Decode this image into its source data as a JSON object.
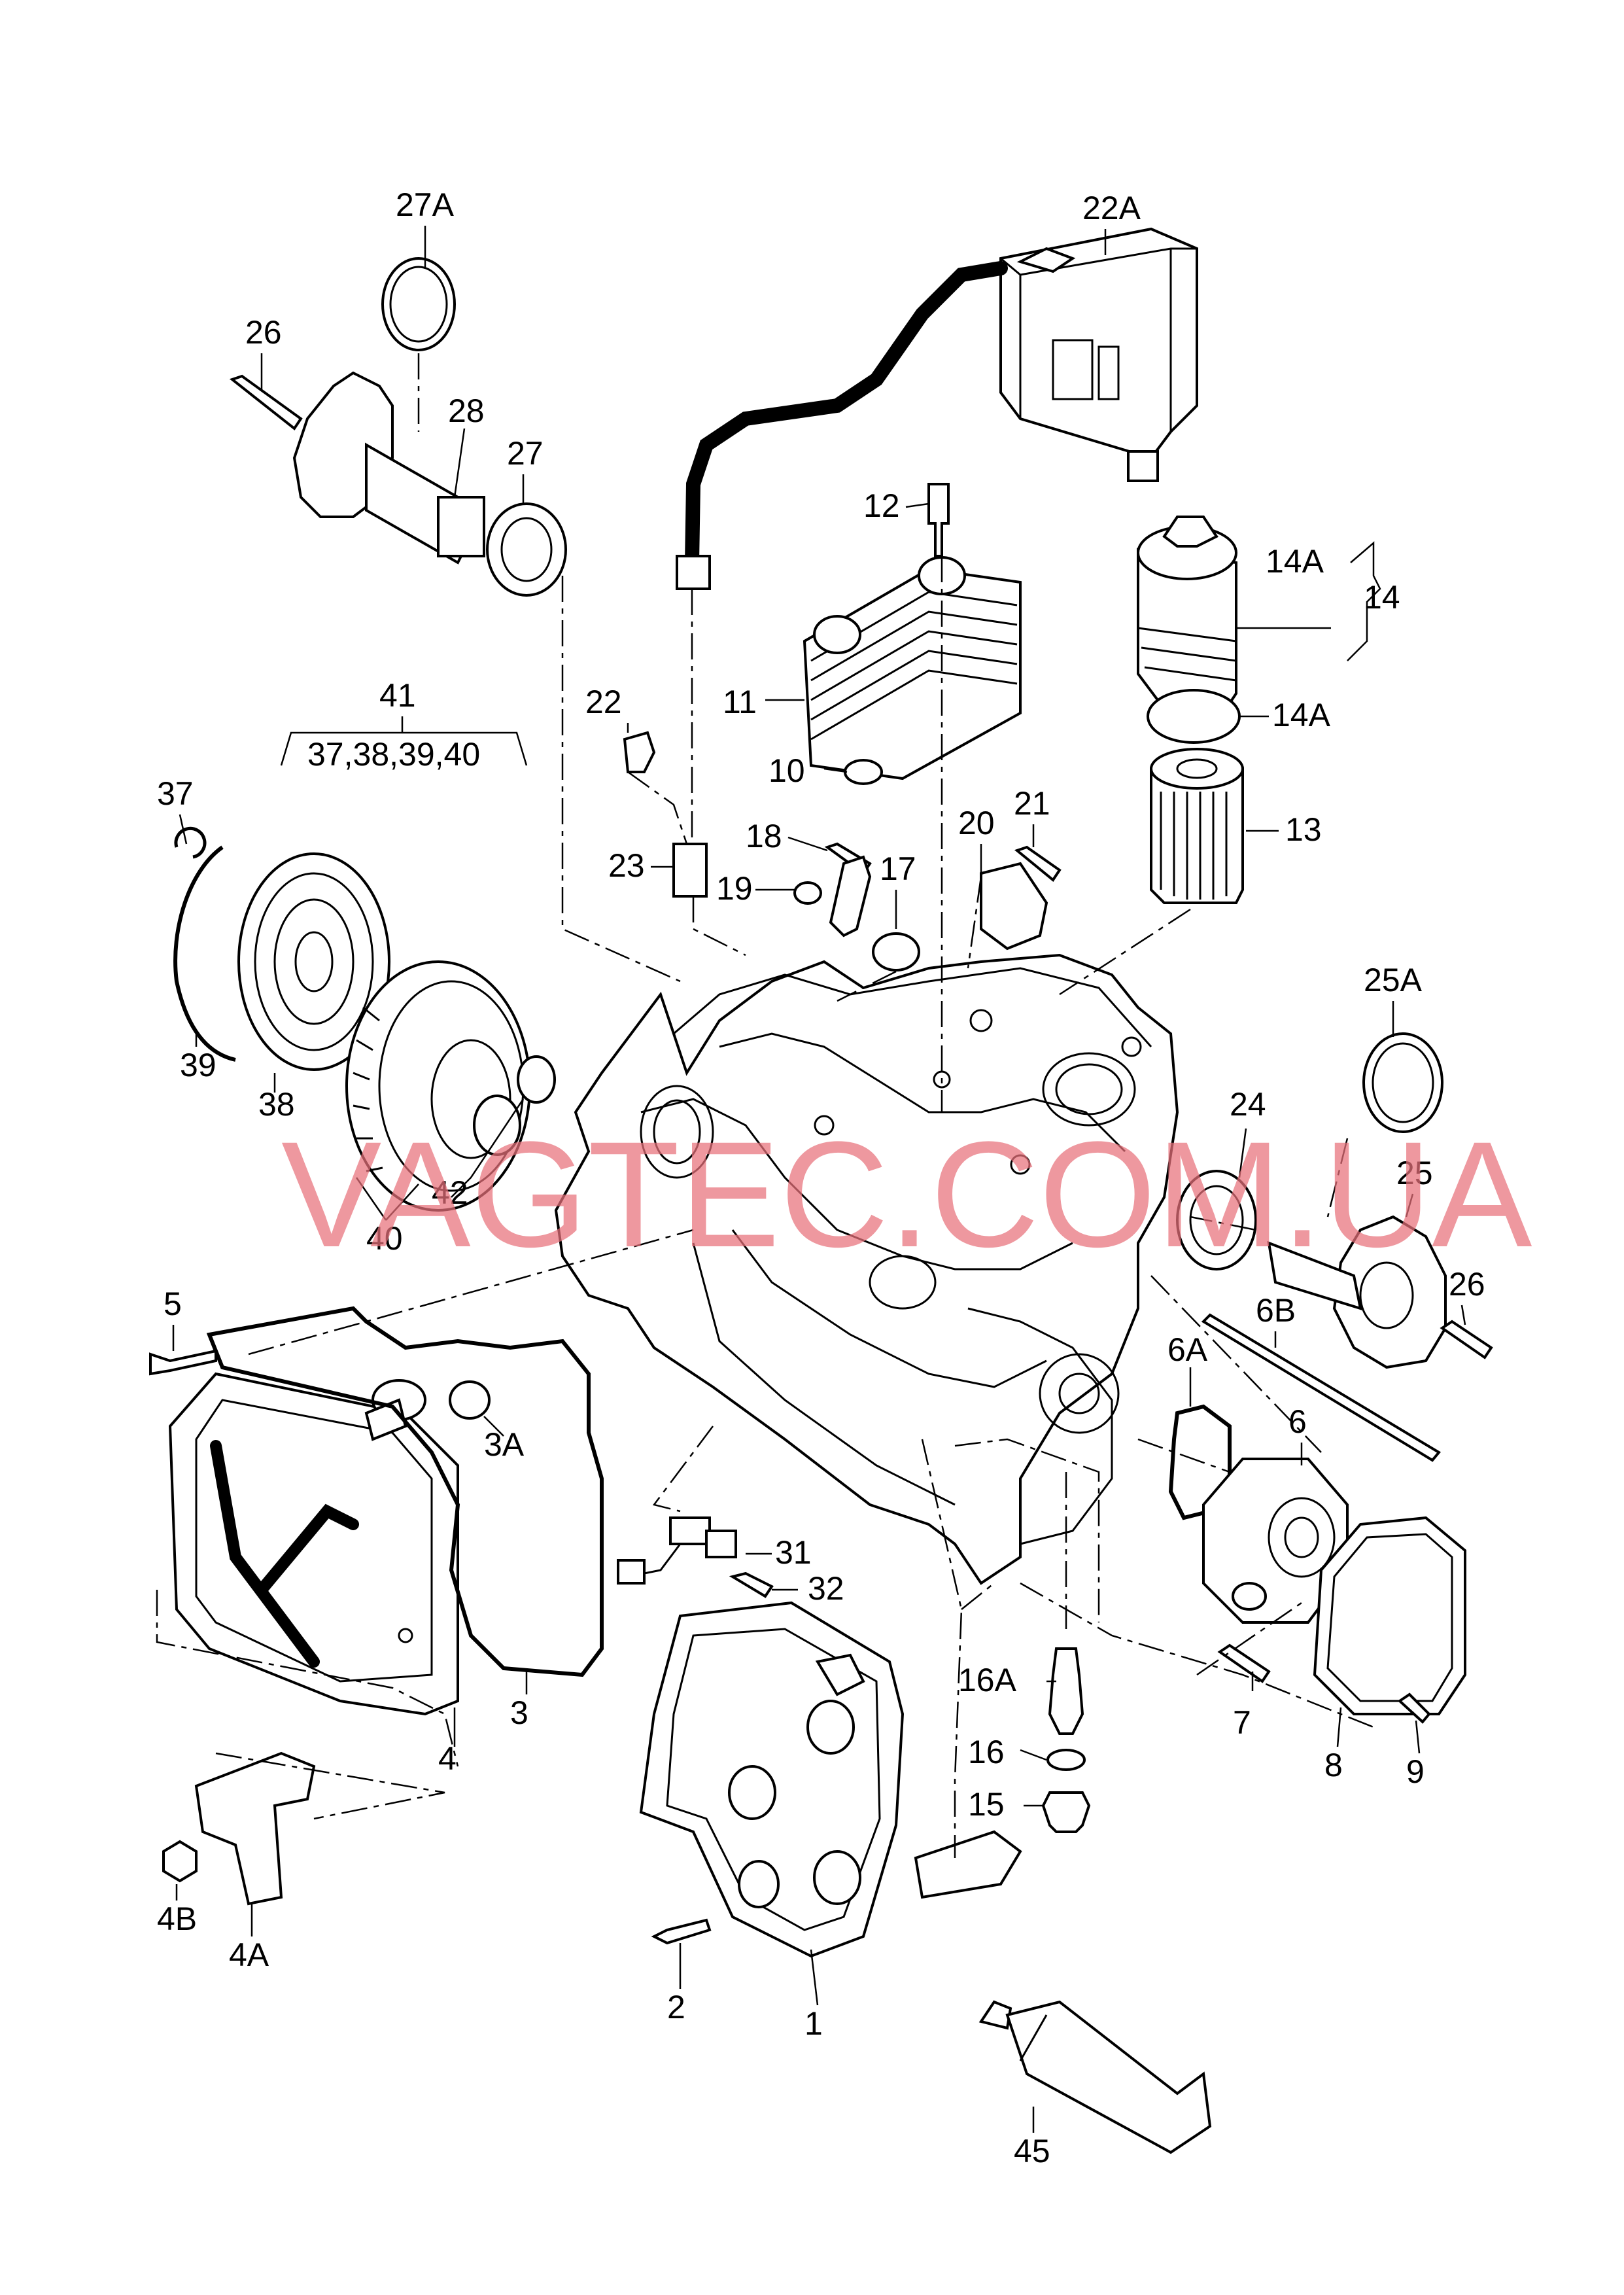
{
  "watermark": "VAGTEC.COM.UA",
  "callouts": {
    "p1": "1",
    "p2": "2",
    "p3": "3",
    "p3A": "3A",
    "p4": "4",
    "p4A": "4A",
    "p4B": "4B",
    "p5": "5",
    "p6": "6",
    "p6A": "6A",
    "p6B": "6B",
    "p7": "7",
    "p8": "8",
    "p9": "9",
    "p10": "10",
    "p11": "11",
    "p12": "12",
    "p13": "13",
    "p14": "14",
    "p14A_top": "14A",
    "p14A_bottom": "14A",
    "p15": "15",
    "p16": "16",
    "p16A": "16A",
    "p17": "17",
    "p18": "18",
    "p19": "19",
    "p20": "20",
    "p21": "21",
    "p22": "22",
    "p22A": "22A",
    "p23": "23",
    "p24": "24",
    "p25": "25",
    "p25A": "25A",
    "p26_top": "26",
    "p26_right": "26",
    "p27": "27",
    "p27A": "27A",
    "p28": "28",
    "p31": "31",
    "p32": "32",
    "p37": "37",
    "p38": "38",
    "p39": "39",
    "p40": "40",
    "p41": "41",
    "p41_group": "37,38,39,40",
    "p42": "42",
    "p45": "45"
  }
}
